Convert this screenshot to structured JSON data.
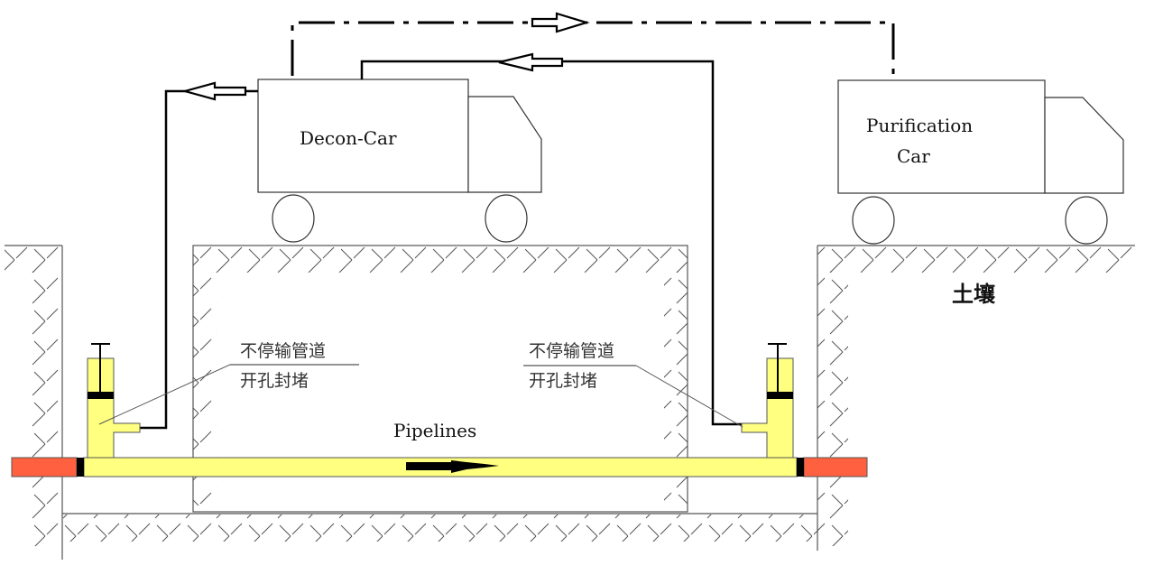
{
  "labels": {
    "decon_car": "Decon-Car",
    "purification_car_line1": "Purification",
    "purification_car_line2": "Car",
    "pipelines": "Pipelines",
    "soil": "土壤",
    "left_device_line1": "不停输管道",
    "left_device_line2": "开孔封堵",
    "right_device_line1": "不停输管道",
    "right_device_line2": "开孔封堵"
  },
  "colors": {
    "pipe_fill": "#ffff80",
    "pipe_stroke": "#555555",
    "cap_fill": "#ff6040",
    "seal": "#000000",
    "line": "#000000",
    "hatch": "#555555"
  },
  "flows": [
    {
      "name": "purification-to-decon-return",
      "style": "dash-dot",
      "direction": "right"
    },
    {
      "name": "purification-to-decon-supply",
      "style": "solid",
      "direction": "left"
    },
    {
      "name": "decon-to-left-device",
      "style": "solid",
      "direction": "left"
    },
    {
      "name": "pipeline-flow",
      "style": "solid",
      "direction": "right"
    }
  ]
}
